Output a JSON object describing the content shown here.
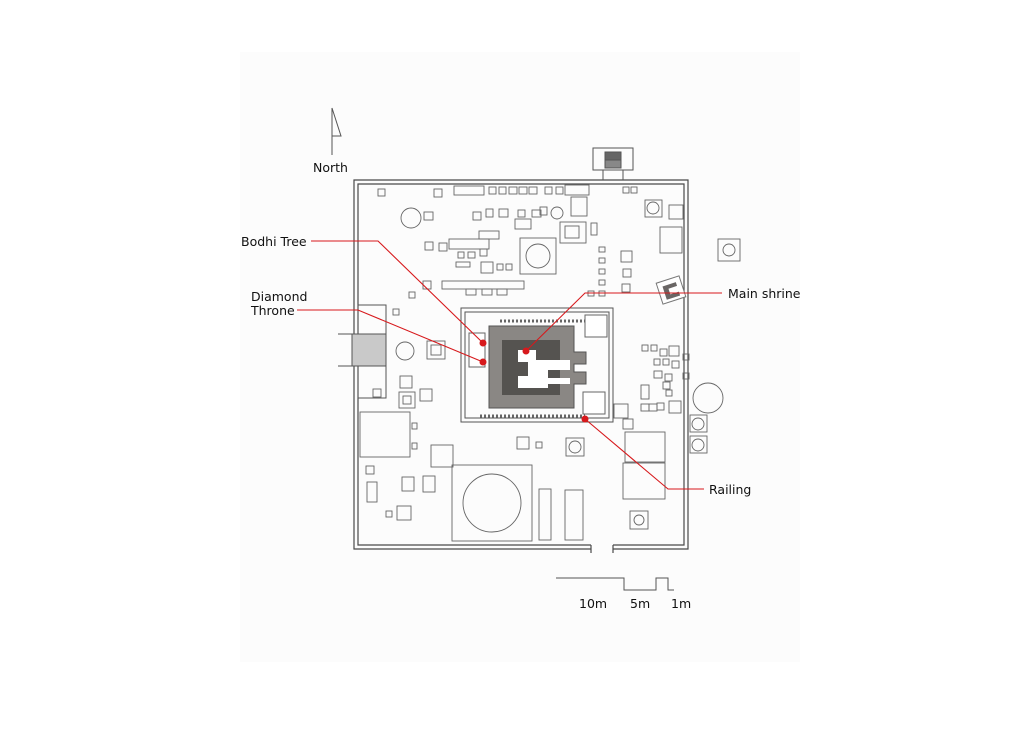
{
  "compass": {
    "label": "North"
  },
  "labels": {
    "bodhi_tree": "Bodhi Tree",
    "diamond_throne_line1": "Diamond",
    "diamond_throne_line2": "Throne",
    "main_shrine": "Main shrine",
    "railing": "Railing"
  },
  "scale": {
    "mark_10": "10m",
    "mark_5": "5m",
    "mark_1": "1m"
  },
  "colors": {
    "leader": "#d7191c",
    "outline": "#4a4a4a",
    "shrine_fill": "#8a8784",
    "shrine_core": "#555350"
  }
}
